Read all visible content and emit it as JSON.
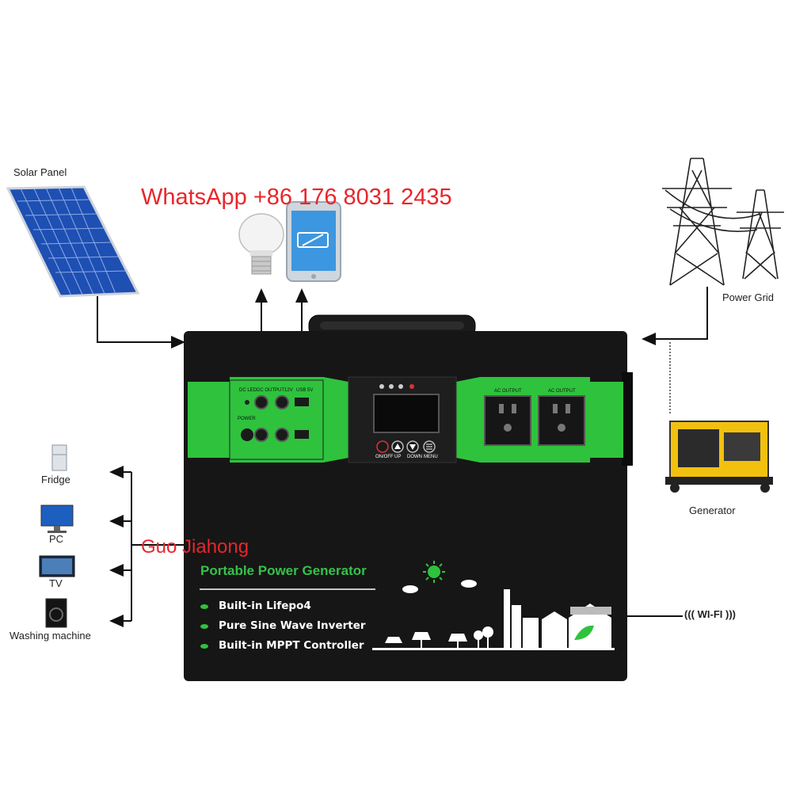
{
  "title": "",
  "sources": {
    "solar_panel": "Solar Panel",
    "power_grid": "Power Grid",
    "generator": "Generator"
  },
  "appliances": [
    "Fridge",
    "PC",
    "TV",
    "Washing machine"
  ],
  "wifi": "WI-FI",
  "watermarks": {
    "whatsapp": "WhatsApp +86 176 8031 2435",
    "name": "Guo Jiahong"
  },
  "device": {
    "name": "Portable Power Generator",
    "features": [
      "Built-in Lifepo4",
      "Pure Sine Wave Inverter",
      "Built-in MPPT Controller"
    ],
    "left_panel": {
      "dc_led": "DC LED",
      "dc_output": "DC OUTPUT12V",
      "usb": "USB 5V",
      "power": "POWER"
    },
    "control_panel": {
      "buttons": [
        "ON/OFF",
        "UP",
        "DOWN",
        "MENU"
      ]
    },
    "ac_panel": {
      "outputs": [
        "AC OUTPUT",
        "AC OUTPUT"
      ]
    }
  },
  "colors": {
    "accent_green": "#2fc23d",
    "body": "#161616",
    "watermark_red": "#e8262b"
  }
}
